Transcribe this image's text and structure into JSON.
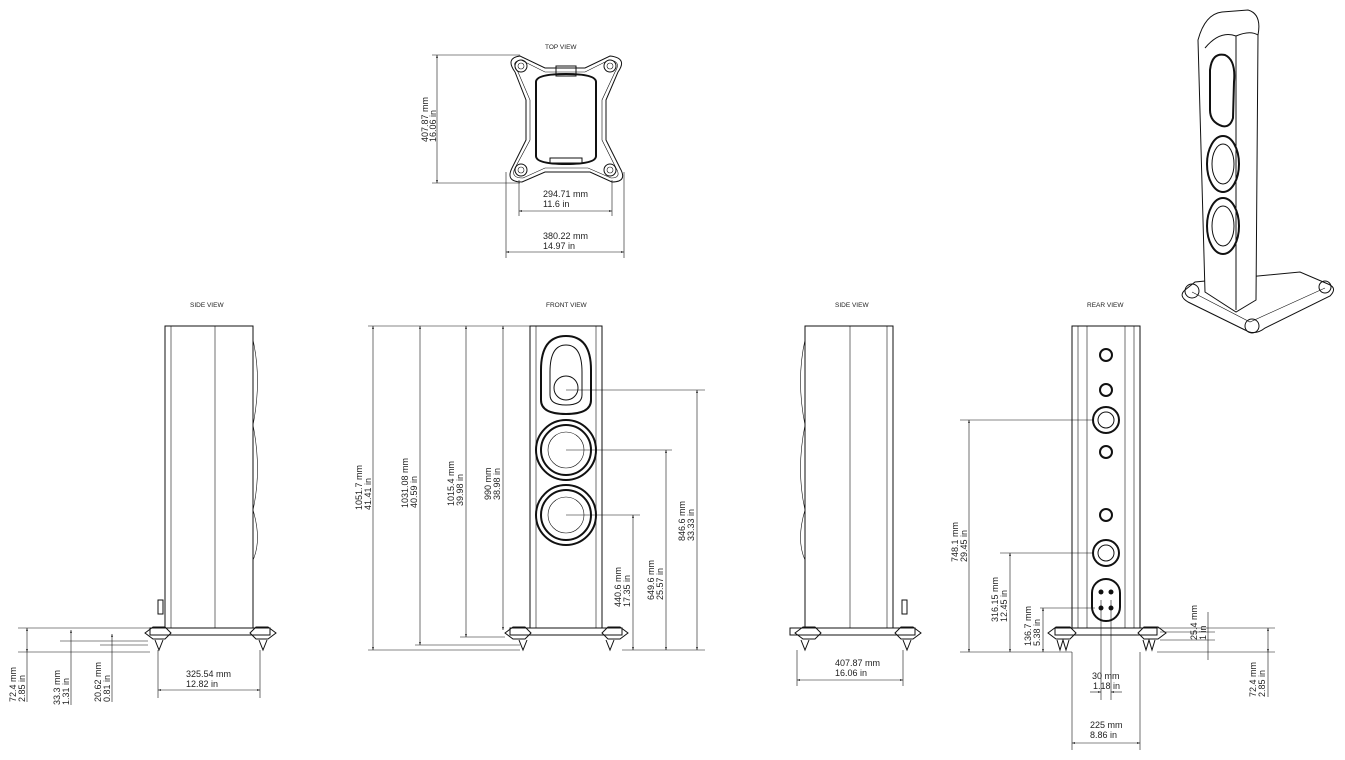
{
  "views": {
    "top": "TOP VIEW",
    "side_left": "SIDE VIEW",
    "front": "FRONT VIEW",
    "side_right": "SIDE VIEW",
    "rear": "REAR VIEW"
  },
  "dimensions": {
    "top_depth": {
      "mm": "407.87 mm",
      "in": "16.06 in"
    },
    "top_width_inner": {
      "mm": "294.71 mm",
      "in": "11.6 in"
    },
    "top_width_outer": {
      "mm": "380.22 mm",
      "in": "14.97 in"
    },
    "side_plinth_height": {
      "mm": "72.4 mm",
      "in": "2.85 in"
    },
    "side_spike_height": {
      "mm": "33.3 mm",
      "in": "1.31 in"
    },
    "side_foot_height": {
      "mm": "20.62 mm",
      "in": "0.81 in"
    },
    "side_depth": {
      "mm": "325.54 mm",
      "in": "12.82 in"
    },
    "front_total": {
      "mm": "1051.7 mm",
      "in": "41.41 in"
    },
    "front_h2": {
      "mm": "1031.08 mm",
      "in": "40.59 in"
    },
    "front_h3": {
      "mm": "1015.4 mm",
      "in": "39.98 in"
    },
    "front_cabinet": {
      "mm": "990 mm",
      "in": "38.98 in"
    },
    "front_woofer2": {
      "mm": "440.6 mm",
      "in": "17.35 in"
    },
    "front_woofer1": {
      "mm": "649.6 mm",
      "in": "25.57 in"
    },
    "front_tweeter": {
      "mm": "846.6 mm",
      "in": "33.33 in"
    },
    "side_right_depth": {
      "mm": "407.87 mm",
      "in": "16.06 in"
    },
    "rear_port": {
      "mm": "748.1 mm",
      "in": "29.45 in"
    },
    "rear_port2": {
      "mm": "316.15 mm",
      "in": "12.45 in"
    },
    "rear_terminals": {
      "mm": "136.7 mm",
      "in": "5.38 in"
    },
    "rear_plinth": {
      "mm": "25.4 mm",
      "in": "1 in"
    },
    "rear_total_plinth": {
      "mm": "72.4 mm",
      "in": "2.85 in"
    },
    "rear_terminal_spacing": {
      "mm": "30 mm",
      "in": "1.18 in"
    },
    "rear_width": {
      "mm": "225 mm",
      "in": "8.86 in"
    }
  }
}
